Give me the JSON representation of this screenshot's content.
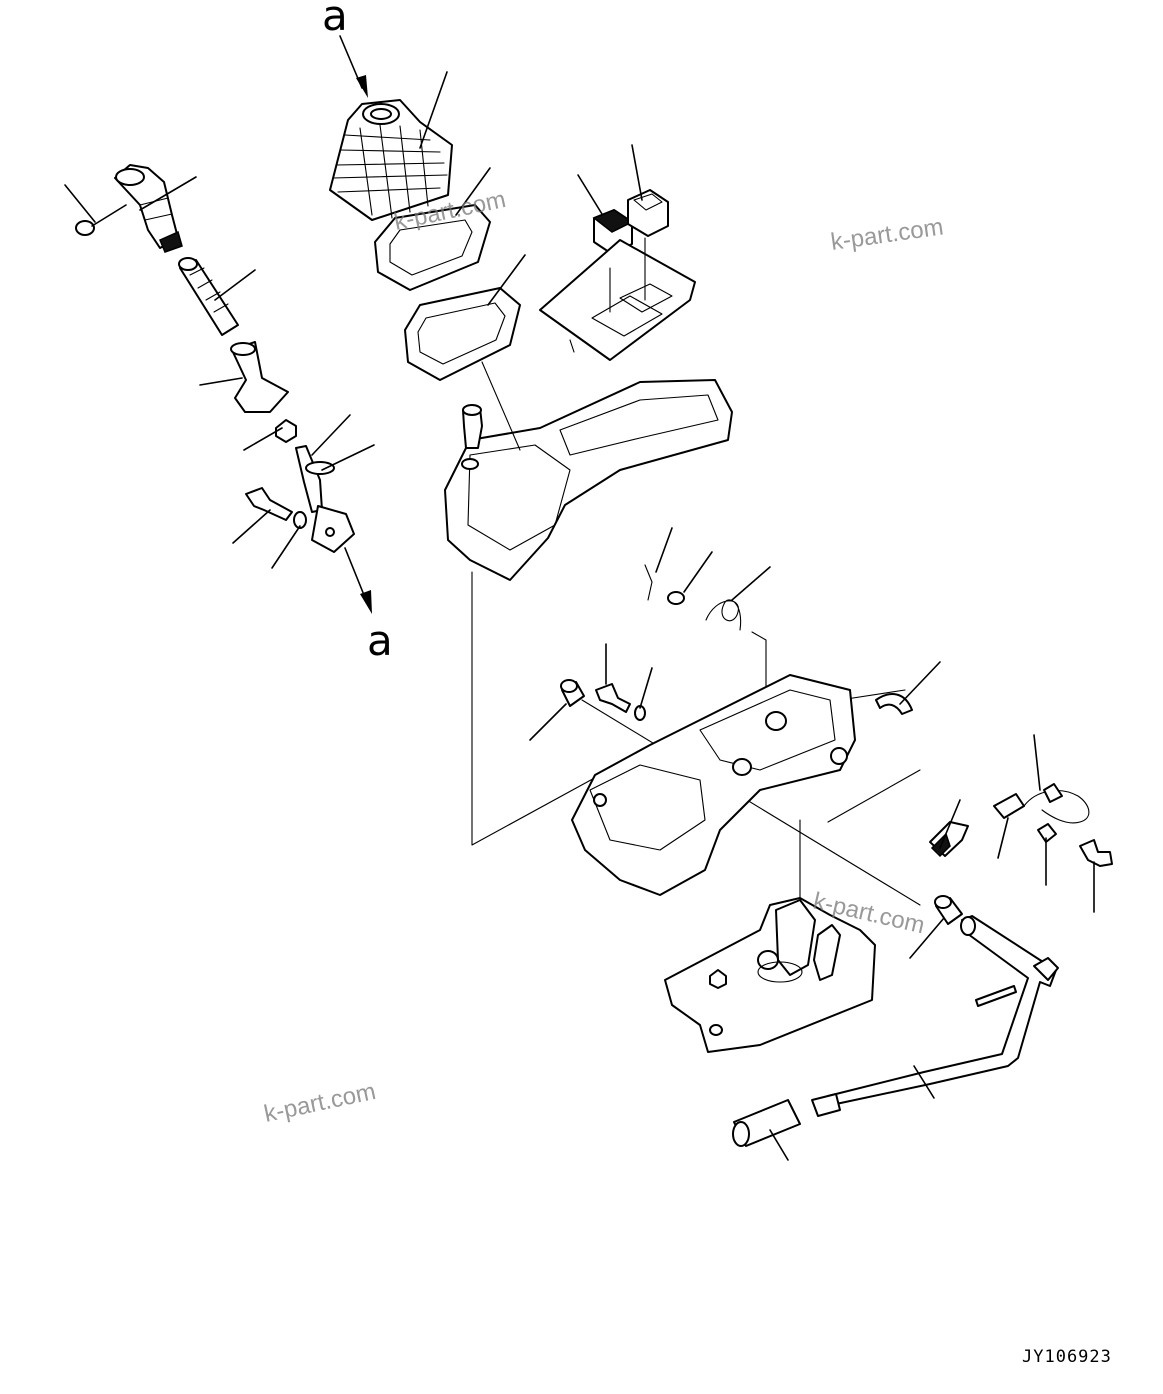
{
  "labels": {
    "ref_top": "a",
    "ref_bottom": "a"
  },
  "watermarks": [
    "k-part.com",
    "k-part.com",
    "k-part.com",
    "k-part.com"
  ],
  "drawing_number": "JY106923"
}
